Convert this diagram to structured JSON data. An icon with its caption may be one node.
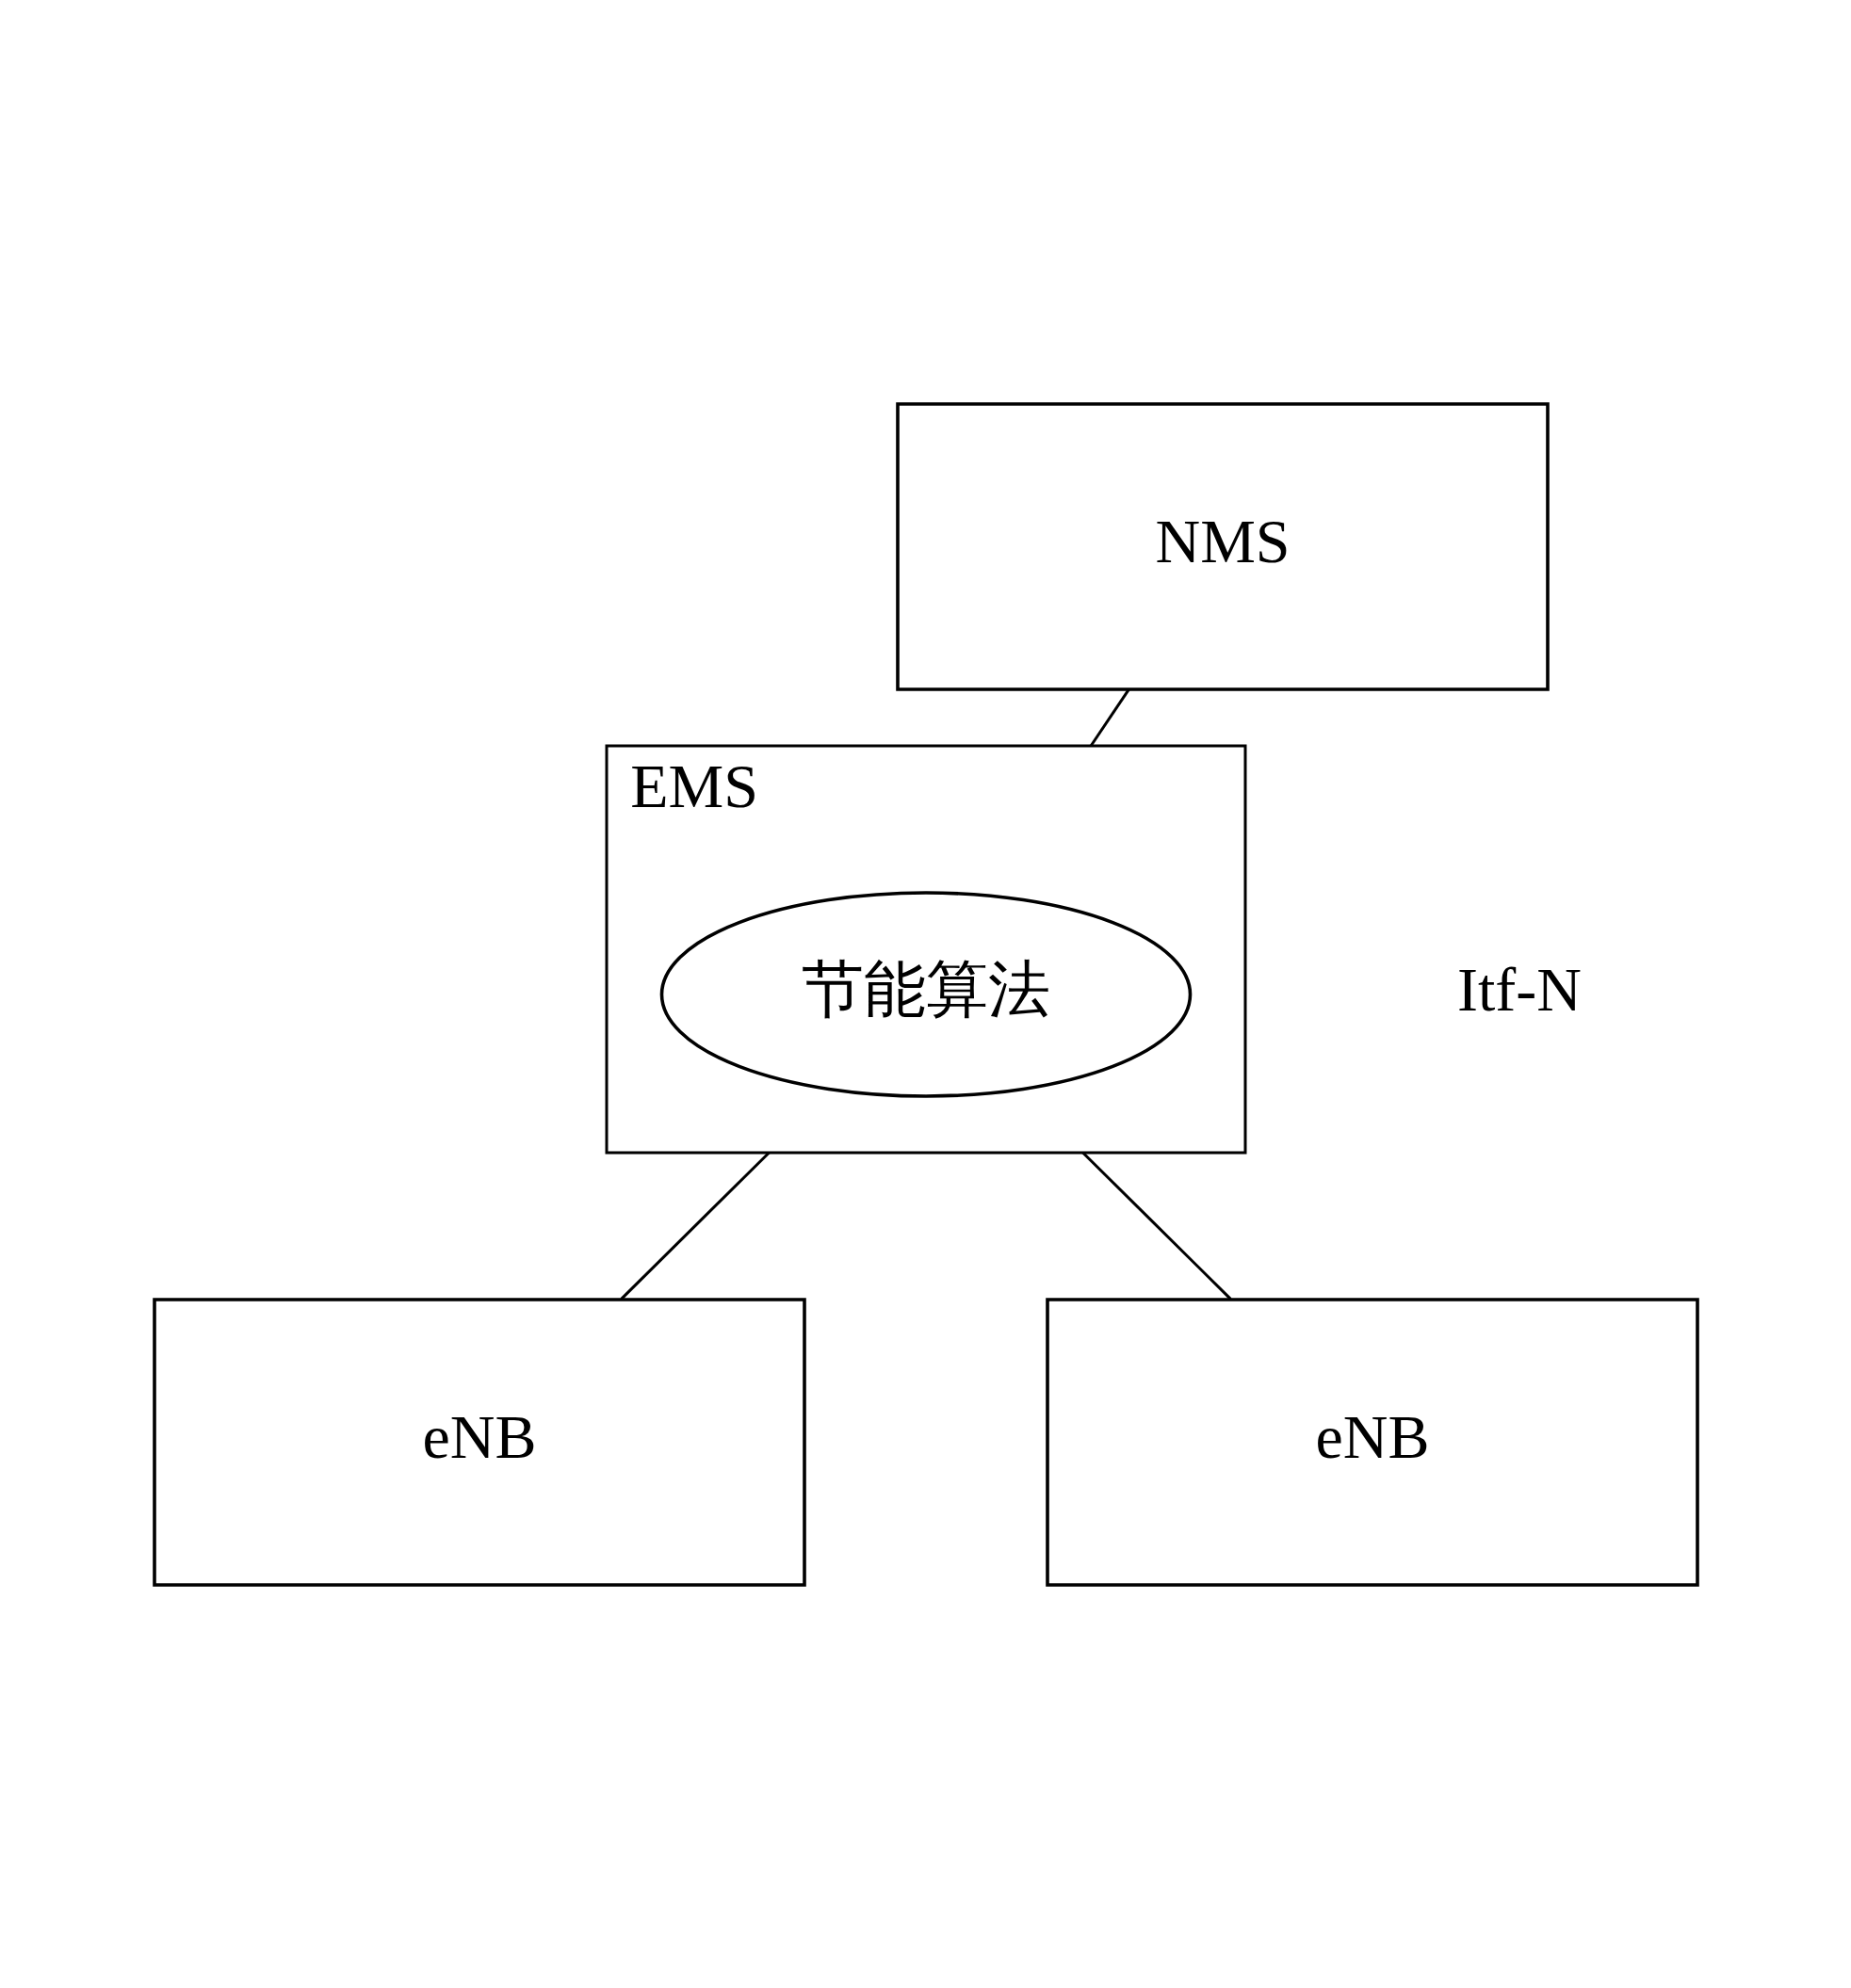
{
  "diagram": {
    "nodes": [
      {
        "text": [
          "NMS"
        ]
      },
      {
        "text": [
          "EMS"
        ]
      },
      {
        "text": [
          "节能算法"
        ],
        "in": 1
      },
      {
        "text": [
          "eNB"
        ]
      },
      {
        "text": [
          "eNB"
        ]
      }
    ],
    "edges": [
      {
        "from": 0,
        "to": 1,
        "arrow": "none"
      },
      {
        "from": 1,
        "to": 3,
        "arrow": "none"
      },
      {
        "from": 1,
        "to": 4,
        "arrow": "none"
      }
    ],
    "labels": [
      "Itf-N"
    ]
  }
}
